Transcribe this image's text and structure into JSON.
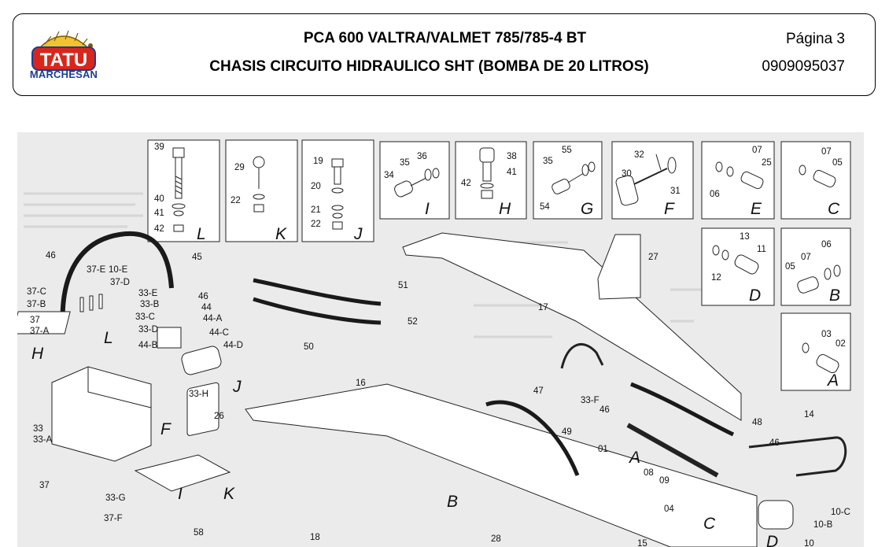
{
  "header": {
    "brand_top": "TATU",
    "brand_bottom": "MARCHESAN",
    "title": "PCA  600 VALTRA/VALMET 785/785-4 BT",
    "subtitle": "CHASIS CIRCUITO HIDRAULICO SHT (BOMBA DE 20 LITROS)",
    "page": "Página 3",
    "code": "0909095037"
  },
  "colors": {
    "border": "#000000",
    "brand_red": "#d9261c",
    "brand_yellow": "#f2c230",
    "brand_blue": "#1d3d8f",
    "scan_bg": "#ebebeb"
  },
  "diagram": {
    "detail_panels": [
      {
        "letter": "L",
        "parts": [
          "39",
          "40",
          "41",
          "42"
        ]
      },
      {
        "letter": "K",
        "parts": [
          "29",
          "22"
        ]
      },
      {
        "letter": "J",
        "parts": [
          "19",
          "20",
          "21",
          "22"
        ]
      },
      {
        "letter": "I",
        "parts": [
          "35",
          "36",
          "34"
        ]
      },
      {
        "letter": "H",
        "parts": [
          "38",
          "41",
          "42"
        ]
      },
      {
        "letter": "G",
        "parts": [
          "55",
          "35",
          "54"
        ]
      },
      {
        "letter": "F",
        "parts": [
          "32",
          "30",
          "31"
        ]
      },
      {
        "letter": "E",
        "parts": [
          "07",
          "25",
          "06"
        ]
      },
      {
        "letter": "C",
        "parts": [
          "07",
          "05"
        ]
      },
      {
        "letter": "D",
        "parts": [
          "13",
          "11",
          "12"
        ]
      },
      {
        "letter": "B",
        "parts": [
          "06",
          "07",
          "05"
        ]
      },
      {
        "letter": "A",
        "parts": [
          "03",
          "02"
        ]
      }
    ],
    "callouts": [
      "46",
      "37-E",
      "10-E",
      "37-D",
      "37-C",
      "37-B",
      "37",
      "37-A",
      "H",
      "33-E",
      "33-B",
      "33-C",
      "33-D",
      "L",
      "45",
      "46",
      "44",
      "44-A",
      "44-C",
      "44-B",
      "44-D",
      "33-H",
      "J",
      "16",
      "33",
      "33-A",
      "26",
      "F",
      "I",
      "K",
      "37",
      "33-G",
      "37-F",
      "58",
      "18",
      "28",
      "51",
      "52",
      "50",
      "17",
      "27",
      "47",
      "33-F",
      "46",
      "49",
      "01",
      "A",
      "08",
      "09",
      "48",
      "46",
      "14",
      "B",
      "04",
      "C",
      "15",
      "D",
      "10",
      "10-B",
      "10-C"
    ]
  }
}
